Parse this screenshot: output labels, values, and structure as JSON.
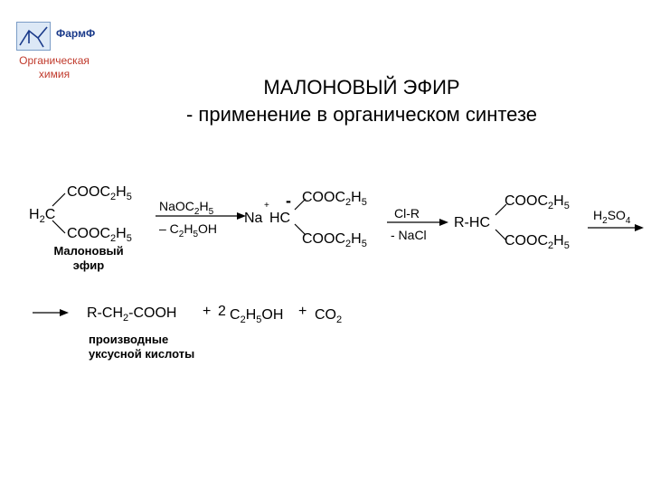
{
  "header": {
    "brand": "ФармФ",
    "subject": "Органическая химия"
  },
  "title": {
    "line1": "МАЛОНОВЫЙ ЭФИР",
    "line2": "- применение в органическом синтезе"
  },
  "scheme": {
    "malonic_ester": {
      "top": "COOC",
      "top_sub1": "2",
      "top_h": "H",
      "top_sub2": "5",
      "center": "H",
      "center_sub": "2",
      "center_c": "C",
      "bottom": "COOC",
      "bottom_sub1": "2",
      "bottom_h": "H",
      "bottom_sub2": "5",
      "label_line1": "Малоновый",
      "label_line2": "эфир"
    },
    "step1": {
      "above": "NaOC",
      "above_sub1": "2",
      "above_h": "H",
      "above_sub2": "5",
      "below": "– C",
      "below_sub1": "2",
      "below_h": "H",
      "below_sub2": "5",
      "below_tail": "OH"
    },
    "sodium_salt": {
      "plus": "+",
      "minus": "-",
      "na": "Na",
      "hc": "HC",
      "top": "COOC",
      "top_sub1": "2",
      "top_h": "H",
      "top_sub2": "5",
      "bottom": "COOC",
      "bottom_sub1": "2",
      "bottom_h": "H",
      "bottom_sub2": "5"
    },
    "step2": {
      "above": "Cl-R",
      "below": "- NaCl"
    },
    "alkylated": {
      "rhc": "R-HC",
      "top": "COOC",
      "top_sub1": "2",
      "top_h": "H",
      "top_sub2": "5",
      "bottom": "COOC",
      "bottom_sub1": "2",
      "bottom_h": "H",
      "bottom_sub2": "5"
    },
    "step3": {
      "above": "H",
      "above_sub1": "2",
      "above_so": "SO",
      "above_sub2": "4"
    },
    "products": {
      "acid": "R-CH",
      "acid_sub": "2",
      "acid_tail": "-COOH",
      "plus1": "+",
      "coef": "2",
      "ethanol_c": "C",
      "ethanol_sub1": "2",
      "ethanol_h": "H",
      "ethanol_sub2": "5",
      "ethanol_tail": "OH",
      "plus2": "+",
      "co2": "CO",
      "co2_sub": "2",
      "label_line1": "производные",
      "label_line2": "уксусной кислоты"
    }
  },
  "colors": {
    "brand": "#1a3a8a",
    "subject": "#c0392b",
    "logo_fill": "#dce8f6"
  }
}
